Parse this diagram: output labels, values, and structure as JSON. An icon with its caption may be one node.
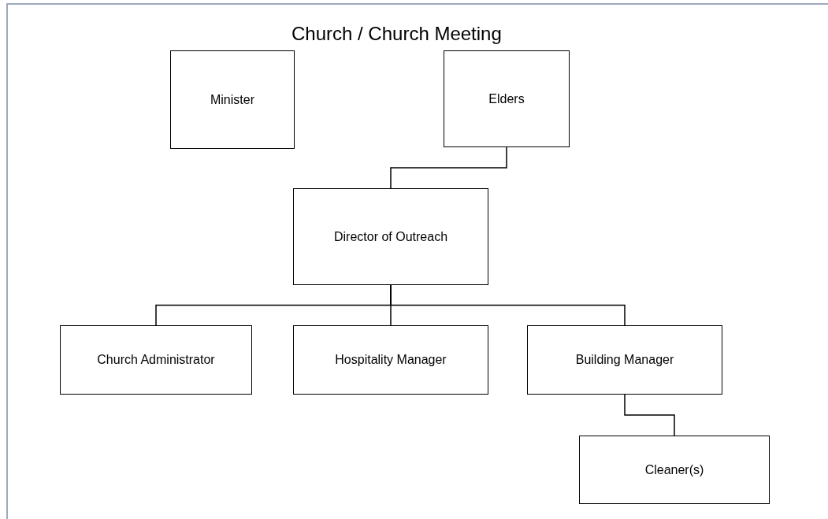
{
  "diagram": {
    "title": "Church / Church Meeting",
    "nodes": [
      {
        "text": [
          "Minister"
        ]
      },
      {
        "text": [
          "Elders"
        ]
      },
      {
        "text": [
          "Director of Outreach"
        ]
      },
      {
        "text": [
          "Church Administrator"
        ]
      },
      {
        "text": [
          "Hospitality Manager"
        ]
      },
      {
        "text": [
          "Building Manager"
        ]
      },
      {
        "text": [
          "Cleaner(s)"
        ]
      }
    ],
    "edges": [
      {
        "from": 1,
        "to": 2,
        "arrow": "none"
      },
      {
        "from": 2,
        "to": 3,
        "arrow": "none"
      },
      {
        "from": 2,
        "to": 4,
        "arrow": "none"
      },
      {
        "from": 2,
        "to": 5,
        "arrow": "none"
      },
      {
        "from": 5,
        "to": 6,
        "arrow": "none"
      }
    ]
  }
}
